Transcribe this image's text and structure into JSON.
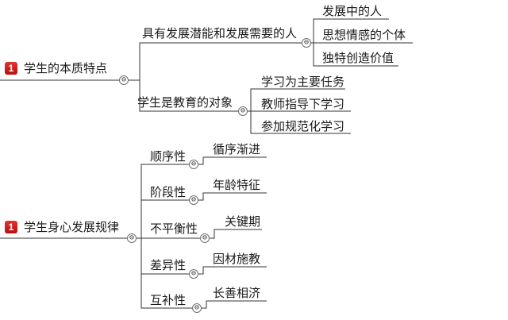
{
  "mindmap": {
    "topics": [
      {
        "badge": "1",
        "label": "学生的本质特点",
        "collapse_symbol": "⊖",
        "children": [
          {
            "label": "具有发展潜能和发展需要的人",
            "collapse_symbol": "⊖",
            "children": [
              "发展中的人",
              "思想情感的个体",
              "独特创造价值"
            ]
          },
          {
            "label": "学生是教育的对象",
            "collapse_symbol": "⊖",
            "children": [
              "学习为主要任务",
              "教师指导下学习",
              "参加规范化学习"
            ]
          }
        ]
      },
      {
        "badge": "1",
        "label": "学生身心发展规律",
        "collapse_symbol": "⊖",
        "children": [
          {
            "label": "顺序性",
            "collapse_symbol": "⊖",
            "children": [
              "循序渐进"
            ]
          },
          {
            "label": "阶段性",
            "collapse_symbol": "⊖",
            "children": [
              "年龄特征"
            ]
          },
          {
            "label": "不平衡性",
            "collapse_symbol": "⊖",
            "children": [
              "关键期"
            ]
          },
          {
            "label": "差异性",
            "collapse_symbol": "⊖",
            "children": [
              "因材施教"
            ]
          },
          {
            "label": "互补性",
            "collapse_symbol": "⊖",
            "children": [
              "长善相济"
            ]
          }
        ]
      }
    ]
  }
}
